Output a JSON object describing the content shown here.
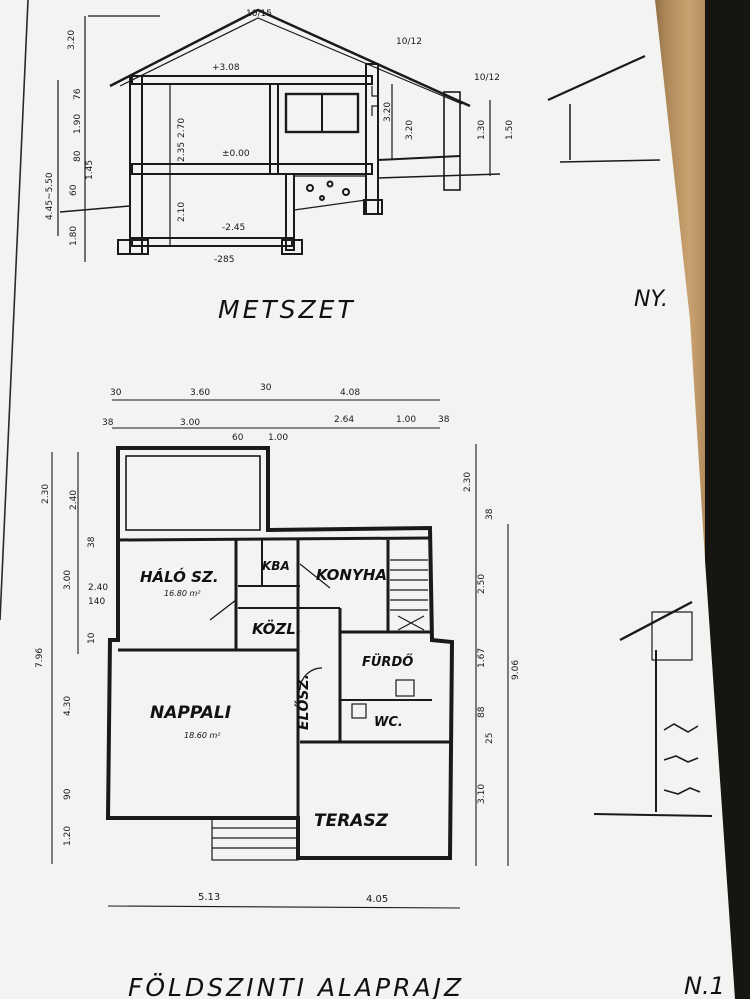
{
  "section": {
    "title": "METSZET",
    "side_label": "NY.",
    "dims_left": [
      "3.20",
      "76",
      "1.90",
      "80",
      "60",
      "1.45",
      "4.45~5.50",
      "1.80"
    ],
    "levels": [
      "+3.08",
      "±0.00",
      "-2.45",
      "-285"
    ],
    "dims_mid": [
      "2.70",
      "2.35",
      "2.10",
      "3.20",
      "3.20"
    ],
    "roof_pitch": [
      "10/15",
      "10/12",
      "10/12"
    ],
    "right_dims": [
      "1.30",
      "1.50"
    ]
  },
  "plan": {
    "title": "FÖLDSZINTI ALAPRAJZ",
    "sheet": "N.1",
    "dims_top1": [
      "30",
      "3.60",
      "30",
      "4.08"
    ],
    "dims_top2": [
      "38",
      "3.00",
      "60",
      "1.00",
      "2.64",
      "1.00",
      "38"
    ],
    "dims_left": [
      "2.30",
      "2.40",
      "38",
      "3.00",
      "2.40",
      "140",
      "7.96",
      "10",
      "4.30",
      "90",
      "1.20"
    ],
    "dims_right": [
      "2.30",
      "38",
      "2.50",
      "1.67",
      "9.06",
      "88",
      "25",
      "3.10"
    ],
    "dims_bottom": [
      "5.13",
      "4.05"
    ],
    "rooms": {
      "halo": "HÁLÓ SZ.",
      "halo_area": "16.80 m²",
      "kam": "KBA",
      "konyha": "KONYHA",
      "kozl": "KÖZL.",
      "furdo": "FÜRDŐ",
      "eloszoba": "ELŐSZ.",
      "wc": "WC.",
      "nappali": "NAPPALI",
      "nappali_area": "18.60 m²",
      "terasz": "TERASZ"
    }
  },
  "colors": {
    "paper": "#f3f3f1",
    "ink": "#1a1a1a",
    "wood": "#b08a5a"
  }
}
